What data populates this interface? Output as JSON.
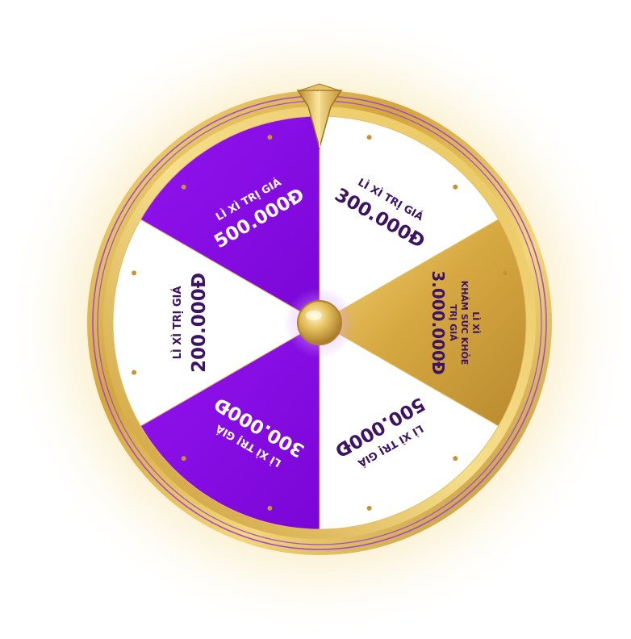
{
  "colors": {
    "purple": "#8a0fe6",
    "white_segment": "#ffffff",
    "gold": "#d9ad3c",
    "gold_light": "#f6df84",
    "gold_dark": "#b3842a",
    "text_dark": "#3c1463",
    "text_light": "#ffffff",
    "ring_accent": "#a04ad6",
    "glow": "#f3d47a"
  },
  "segments": [
    {
      "line1": "LÌ XÌ TRỊ GIÁ",
      "line2": "300.000Đ",
      "fill": "white"
    },
    {
      "line1": "LÌ XÌ",
      "line2": "KHÁM SỨC KHỎE",
      "line3": "TRỊ GIÁ",
      "line4": "3.000.000Đ",
      "fill": "gold"
    },
    {
      "line1": "LÌ XÌ TRỊ GIÁ",
      "line2": "500.000Đ",
      "fill": "white"
    },
    {
      "line1": "LÌ XÌ TRỊ GIÁ",
      "line2": "300.000Đ",
      "fill": "purple"
    },
    {
      "line1": "LÌ XÌ TRỊ GIÁ",
      "line2": "200.000Đ",
      "fill": "white"
    },
    {
      "line1": "LÌ XÌ TRỊ GIÁ",
      "line2": "500.000Đ",
      "fill": "purple"
    }
  ],
  "pointer": {
    "icon": "gold-pointer-icon"
  },
  "hub": {
    "icon": "gold-hub-icon"
  }
}
